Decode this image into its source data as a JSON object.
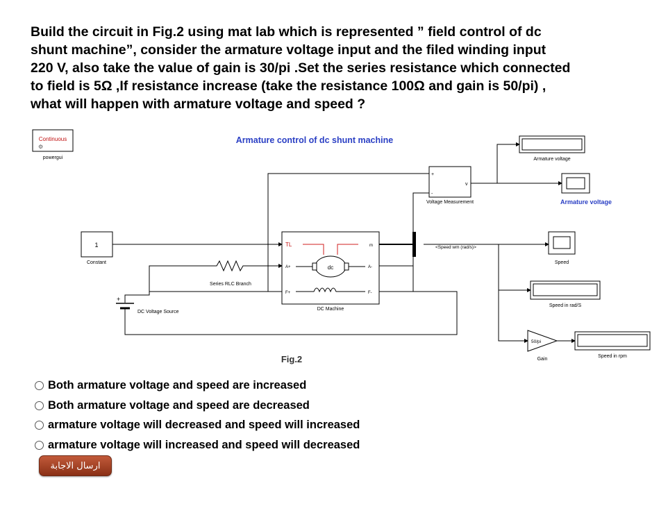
{
  "question": {
    "lines": [
      "Build the circuit in Fig.2 using mat lab which is represented ” field control of dc",
      "shunt machine”, consider the armature voltage input and the filed winding input",
      "220 V, also take the value of gain is 30/pi .Set the series resistance which connected",
      "to field is 5Ω ,If resistance increase (take the resistance 100Ω and gain is 50/pi) ,",
      "what will happen with armature voltage and speed ?"
    ]
  },
  "diagram": {
    "title": "Armature control of dc shunt machine",
    "powergui": {
      "mode": "Continuous",
      "label": "powergui"
    },
    "constant": {
      "value": "1",
      "label": "Constant"
    },
    "dc_source": {
      "label": "DC Voltage Source"
    },
    "rlc": {
      "label": "Series RLC Branch"
    },
    "dc_machine": {
      "label": "DC Machine",
      "inner": "dc",
      "port_tl": "TL",
      "port_m": "m",
      "port_a_plus": "A+",
      "port_a_minus": "A-",
      "port_f_plus": "F+",
      "port_f_minus": "F-"
    },
    "voltage_measurement": {
      "label": "Voltage Measurement",
      "plus": "+",
      "minus": "-",
      "out": "v"
    },
    "speed_signal": "<Speed wm (rad/s)>",
    "display_armature": {
      "label": "Armature voltage"
    },
    "scope_armature": {
      "label": "Armature voltage"
    },
    "scope_speed": {
      "label": "Speed"
    },
    "display_speed_rad": {
      "label": "Speed in rad/S"
    },
    "gain": {
      "value": "50/pi",
      "label": "Gain"
    },
    "display_speed_rpm": {
      "label": "Speed in rpm"
    },
    "figure_caption": "Fig.2"
  },
  "options": [
    {
      "label": "Both armature voltage and speed are increased"
    },
    {
      "label": "Both armature voltage and speed are decreased"
    },
    {
      "label": "armature voltage will decreased and speed will increased"
    },
    {
      "label": "armature voltage will increased and speed will decreased"
    }
  ],
  "submit": {
    "label": "ارسال الاجابة"
  },
  "colors": {
    "title_blue": "#2a3fc4",
    "submit_button": "#a8411f",
    "block_stroke": "#000000",
    "machine_red": "#d21f1f"
  }
}
